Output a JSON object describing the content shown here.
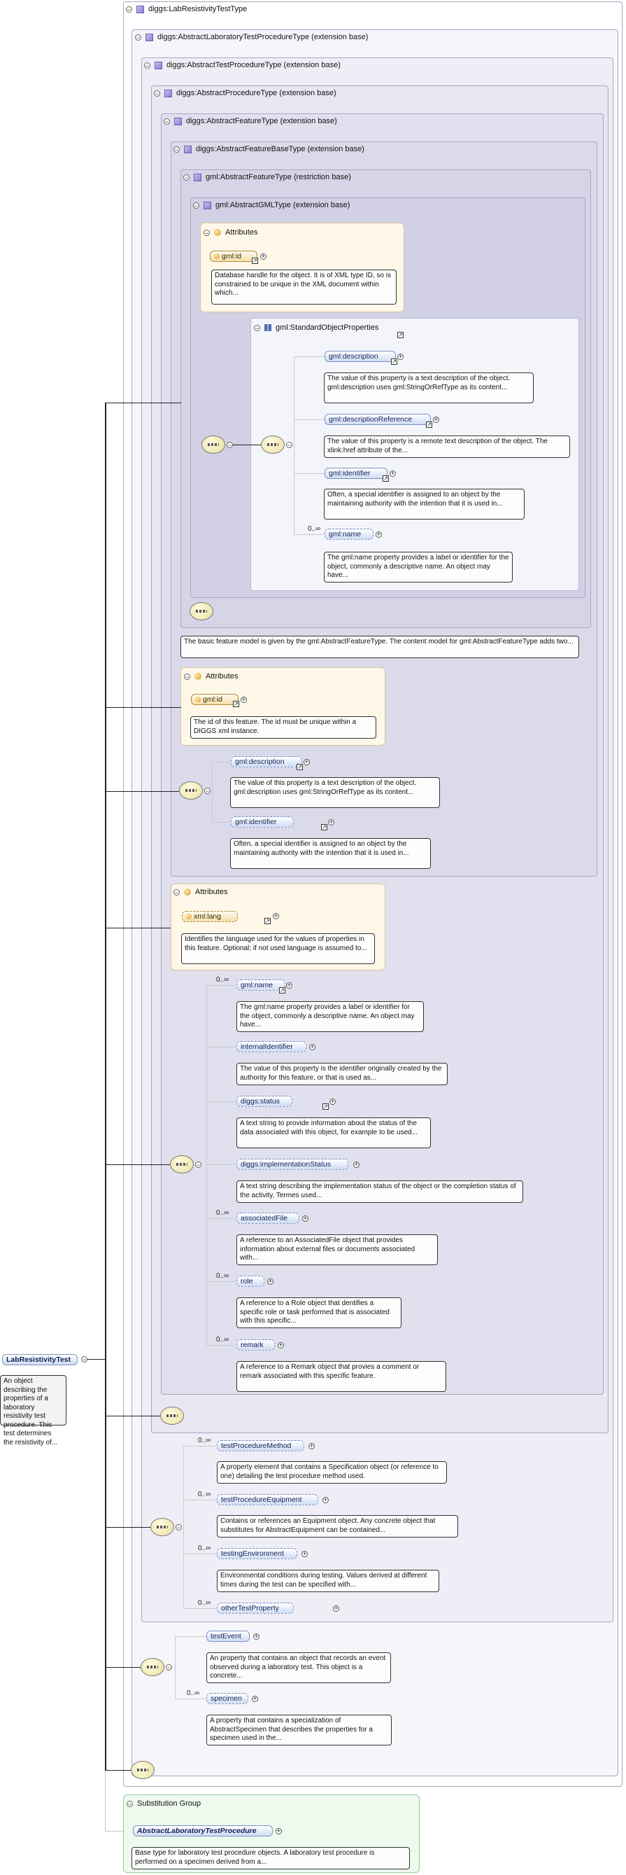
{
  "root": {
    "name": "LabResistivityTest",
    "doc": "An object describing the properties of a laboratory resistivity test procedure. This test determines the resistivity of..."
  },
  "types": {
    "t0": "diggs:LabResistivityTestType",
    "t1": "diggs:AbstractLaboratoryTestProcedureType (extension base)",
    "t2": "diggs:AbstractTestProcedureType (extension base)",
    "t3": "diggs:AbstractProcedureType (extension base)",
    "t4": "diggs:AbstractFeatureType (extension base)",
    "t5": "diggs:AbstractFeatureBaseType (extension base)",
    "t6": "gml:AbstractFeatureType (restriction base)",
    "t7": "gml:AbstractGMLType (extension base)"
  },
  "gml_attrs": {
    "title": "Attributes",
    "id_name": "gml:id",
    "id_doc": "Database handle for the object. It is of XML type ID, so is constrained to be unique in the XML document within which..."
  },
  "std_props": {
    "title": "gml:StandardObjectProperties",
    "items": [
      {
        "name": "gml:description",
        "doc": "The value of this property is a text description of the object. gml:description uses gml:StringOrRefType as its content...",
        "occ": ""
      },
      {
        "name": "gml:descriptionReference",
        "doc": "The value of this property is a remote text description of the object. The xlink:href attribute of the...",
        "occ": ""
      },
      {
        "name": "gml:identifier",
        "doc": "Often, a special identifier is assigned to an object by the maintaining authority with the intention that it is used in...",
        "occ": ""
      },
      {
        "name": "gml:name",
        "doc": "The gml:name property provides a label or identifier for the object, commonly a descriptive name. An object may have...",
        "occ": "0..∞"
      }
    ]
  },
  "feature_doc": "The basic feature model is given by the gml:AbstractFeatureType. The content model for gml:AbstractFeatureType adds two...",
  "fb_attrs": {
    "title": "Attributes",
    "id_name": "gml:id",
    "id_doc": "The id of this feature. The id must be unique within a DIGGS xml instance."
  },
  "fb_seq": [
    {
      "name": "gml:description",
      "doc": "The value of this property is a text description of the object. gml:description uses gml:StringOrRefType as its content..."
    },
    {
      "name": "gml:identifier",
      "doc": "Often, a special identifier is assigned to an object by the maintaining authority with the intention that it is used in..."
    }
  ],
  "f_attrs": {
    "title": "Attributes",
    "lang_name": "xml:lang",
    "lang_doc": "Identifies the language used for the values of properties in this feature. Optional; if not used language is assumed to..."
  },
  "f_seq": [
    {
      "name": "gml:name",
      "occ": "0..∞",
      "doc": "The gml:name property provides a label or identifier for the object, commonly a descriptive name. An object may have..."
    },
    {
      "name": "internalIdentifier",
      "occ": "",
      "doc": "The value of this property is the identifier originally created by the authority for this feature, or that is used as..."
    },
    {
      "name": "diggs:status",
      "occ": "",
      "doc": "A text string to provide information about the status of the data associated with this object, for example to be used..."
    },
    {
      "name": "diggs:implementationStatus",
      "occ": "",
      "doc": "A text string describing the implementation status of the object or the completion status of the activity. Termes used..."
    },
    {
      "name": "associatedFile",
      "occ": "0..∞",
      "doc": "A reference to an AssociatedFile object that provides information about external files or documents associated with..."
    },
    {
      "name": "role",
      "occ": "0..∞",
      "doc": "A reference to a Role object that dentifies a specific role or task performed that is associated with this specific..."
    },
    {
      "name": "remark",
      "occ": "0..∞",
      "doc": "A reference to a Remark object that provies a comment or remark associated with this specific feature."
    }
  ],
  "tp_seq": [
    {
      "name": "testProcedureMethod",
      "occ": "0..∞",
      "doc": "A property element that contains a Specification object (or reference to one) detailing the test procedure method used."
    },
    {
      "name": "testProcedureEquipment",
      "occ": "0..∞",
      "doc": "Contains or references an Equipment object. Any concrete object that substitutes for AbstractEquipment can be contained..."
    },
    {
      "name": "testingEnvironment",
      "occ": "0..∞",
      "doc": "Environmental conditions during testing. Values derived at different times during the test can be specified with..."
    },
    {
      "name": "otherTestProperty",
      "occ": "0..∞",
      "doc": ""
    }
  ],
  "lab_seq": [
    {
      "name": "testEvent",
      "occ": "",
      "doc": "An property that contains an object that records an event observed during a laboratory test. This object is a concrete..."
    },
    {
      "name": "specimen",
      "occ": "0..∞",
      "doc": "A property that contains a specialization of AbstractSpecimen that describes the properties for a specimen used in the..."
    }
  ],
  "substitution": {
    "title": "Substitution Group",
    "name": "AbstractLaboratoryTestProcedure",
    "doc": "Base type for laboratory test procedure objects. A laboratory test procedure is performed on a specimen derived from a..."
  }
}
